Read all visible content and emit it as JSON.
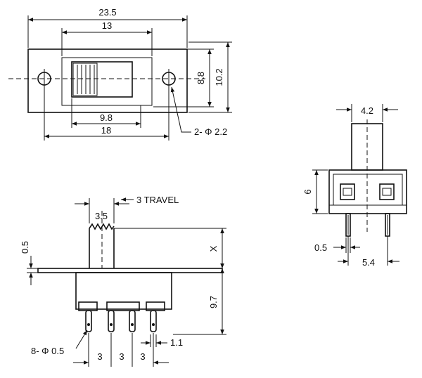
{
  "top_view": {
    "overall_length": "23.5",
    "slot_length": "13",
    "height_outer": "10.2",
    "height_inner": "8.8",
    "actuator_width": "9.8",
    "hole_spacing": "18",
    "hole_label": "2- Φ 2.2"
  },
  "front_view": {
    "actuator_width": "3.5",
    "travel_label": "3 TRAVEL",
    "plate_thickness": "0.5",
    "actuator_height": "X",
    "body_height": "9.7",
    "pin_label": "8- Φ 0.5",
    "pin_pitch_1": "3",
    "pin_pitch_2": "3",
    "pin_pitch_3": "3",
    "pin_offset": "1.1"
  },
  "side_view": {
    "actuator_width": "4.2",
    "body_height": "6",
    "pin_width": "0.5",
    "pin_spacing": "5.4"
  }
}
